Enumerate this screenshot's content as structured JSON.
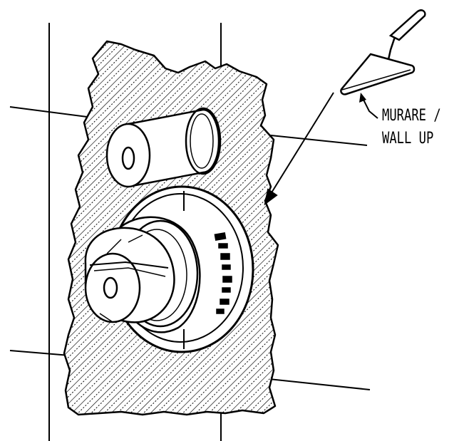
{
  "label": {
    "line1": "MURARE /",
    "line2": "WALL UP"
  },
  "colors": {
    "ink": "#000000",
    "paper": "#ffffff",
    "hatch": "#000000"
  },
  "icons": {
    "tool": "trowel-icon",
    "fixture": "shower-mixer-valve"
  }
}
